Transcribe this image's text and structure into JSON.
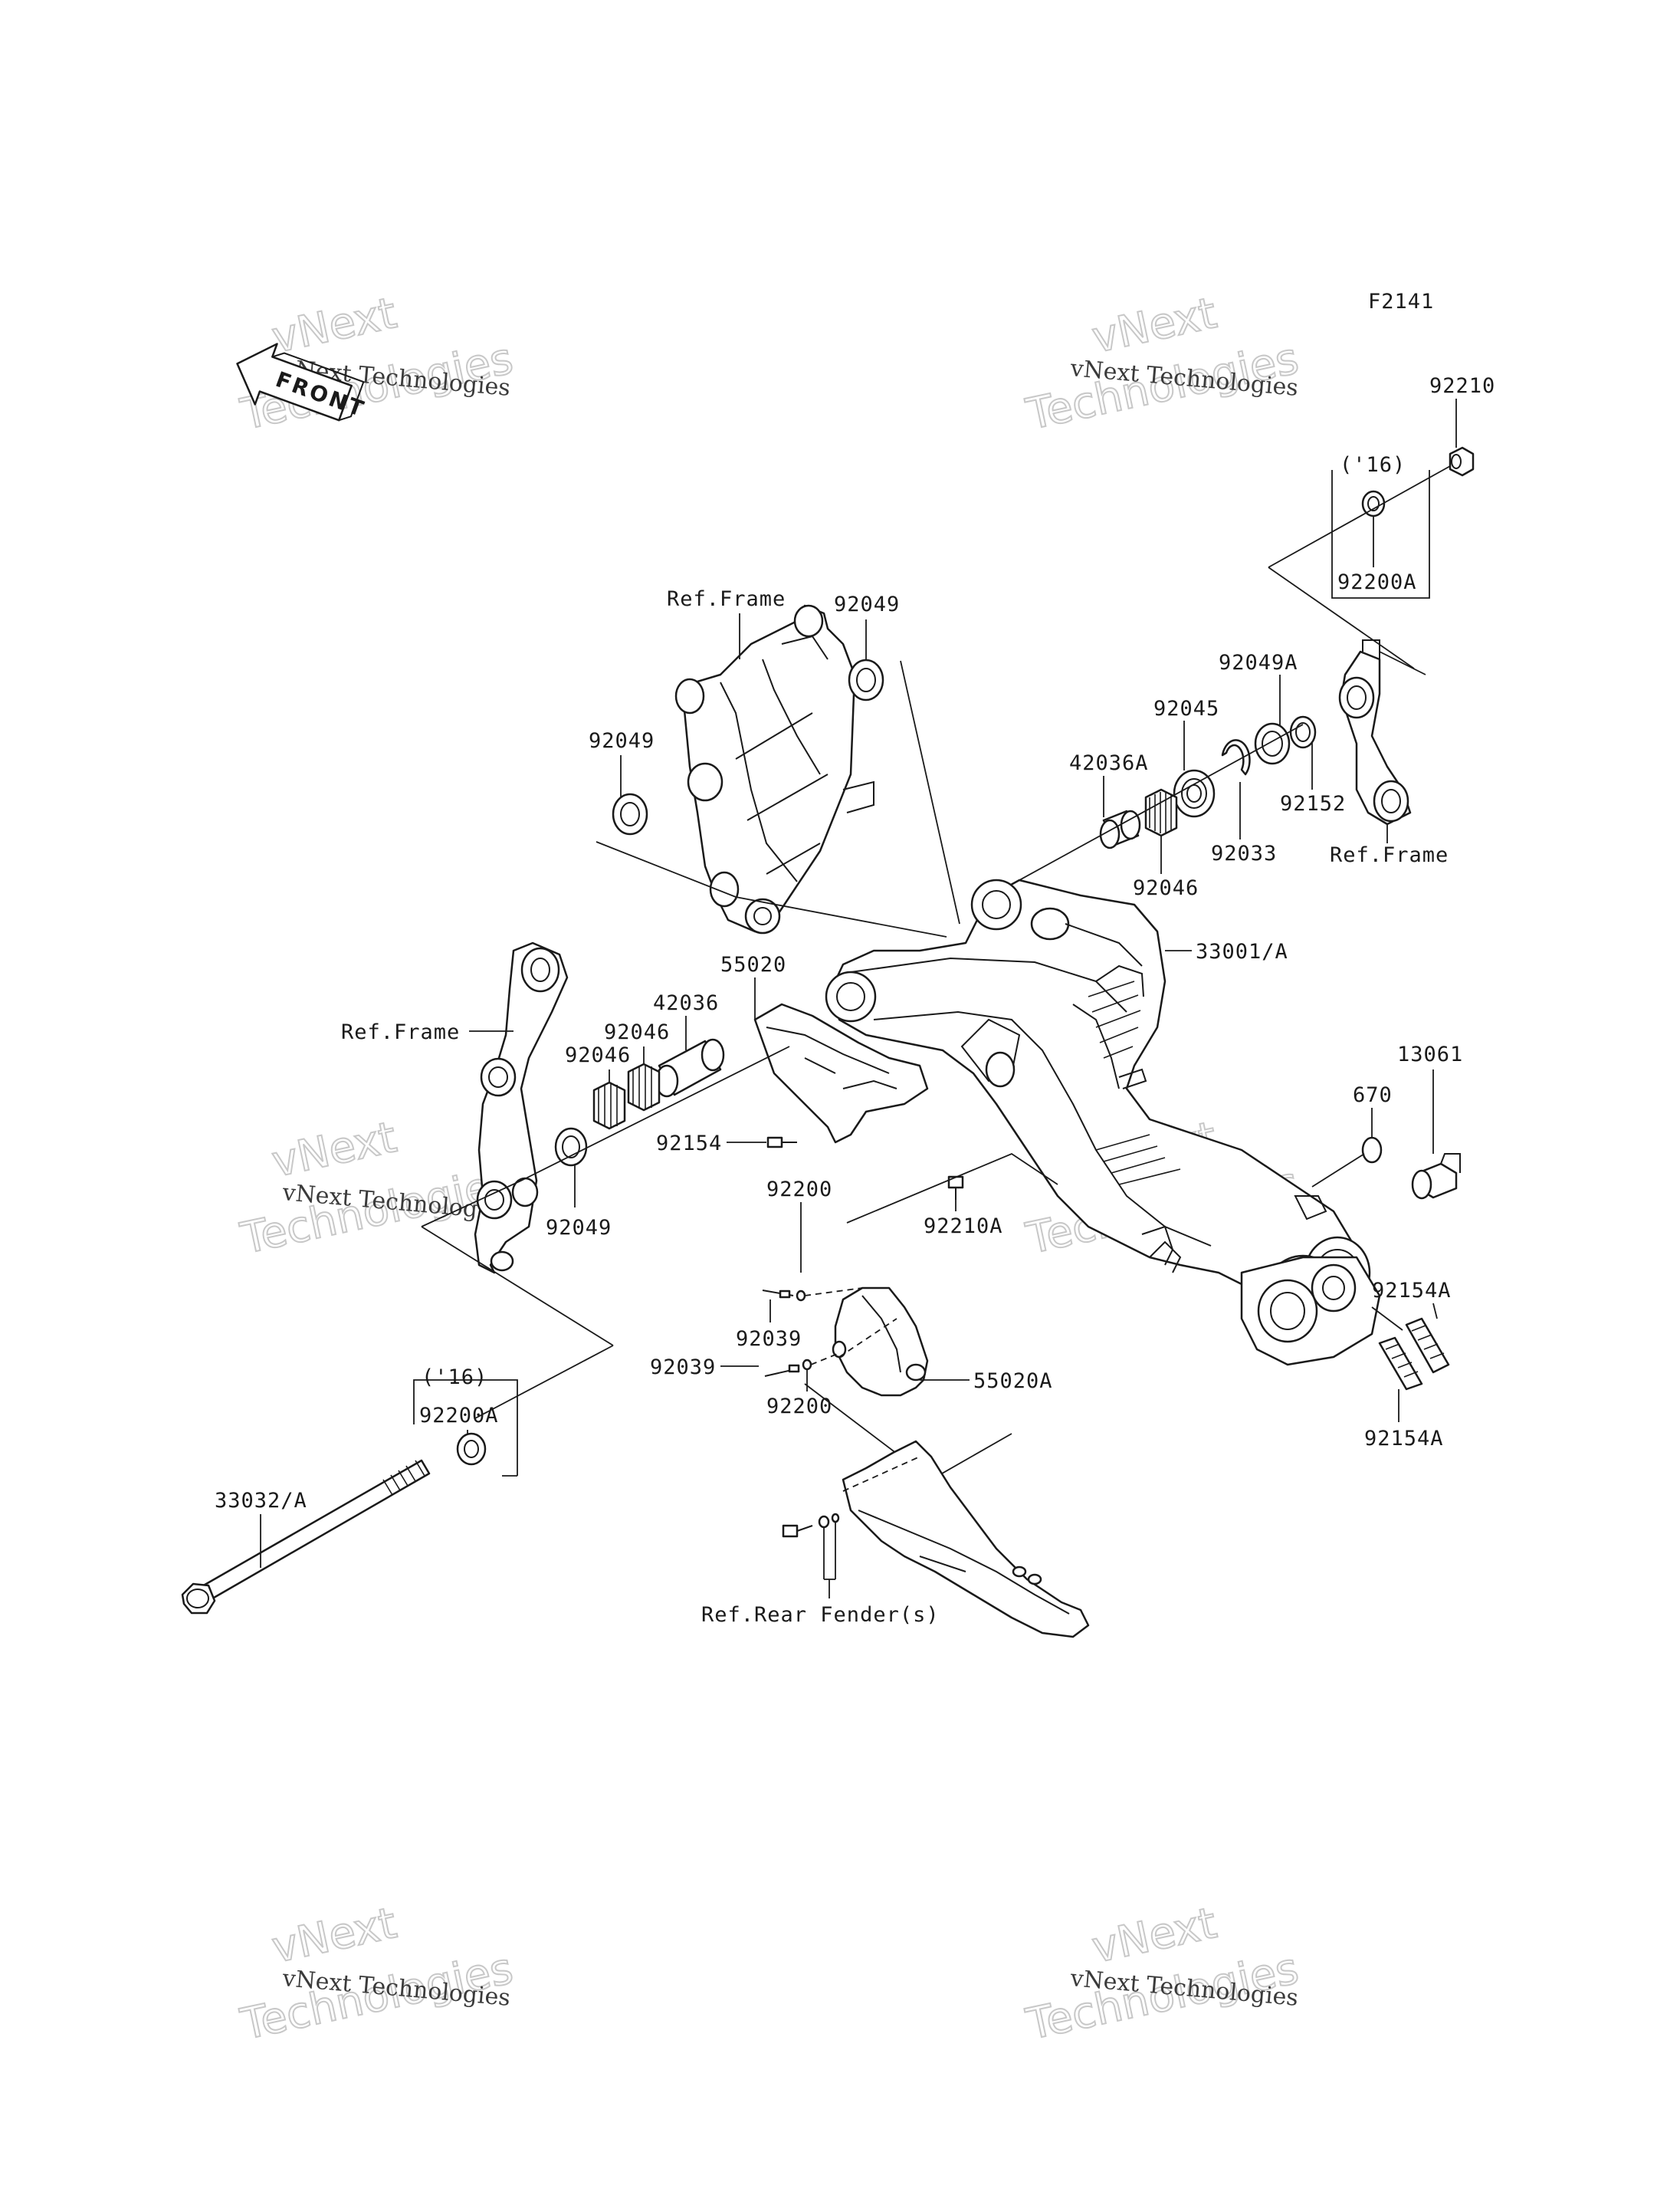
{
  "diagram": {
    "code": "F2141",
    "front_marker": "FRONT",
    "watermark": {
      "line1": "vNext Technologies",
      "line2": "vNext",
      "line3": "Technologies"
    },
    "labels": {
      "p92210": "92210",
      "p16_top": "('16)",
      "p92200A_top": "92200A",
      "p92049_top": "92049",
      "ref_frame_top": "Ref.Frame",
      "p92049_left": "92049",
      "p92049A": "92049A",
      "p92045": "92045",
      "p42036A": "42036A",
      "p92152": "92152",
      "p92033": "92033",
      "ref_frame_right": "Ref.Frame",
      "p92046_right": "92046",
      "p33001A": "33001/A",
      "p55020": "55020",
      "p42036": "42036",
      "ref_frame_left": "Ref.Frame",
      "p92046_a": "92046",
      "p92046_b": "92046",
      "p92154": "92154",
      "p92049_bottom": "92049",
      "p92200_top": "92200",
      "p92210A": "92210A",
      "p13061": "13061",
      "p670": "670",
      "p92039_top": "92039",
      "p55020A": "55020A",
      "p92039_bottom": "92039",
      "p92200_bottom": "92200",
      "p92154A_top": "92154A",
      "p92154A_bottom": "92154A",
      "p16_bottom": "('16)",
      "p92200A_bottom": "92200A",
      "p33032A": "33032/A",
      "ref_rear_fender": "Ref.Rear Fender(s)"
    }
  }
}
